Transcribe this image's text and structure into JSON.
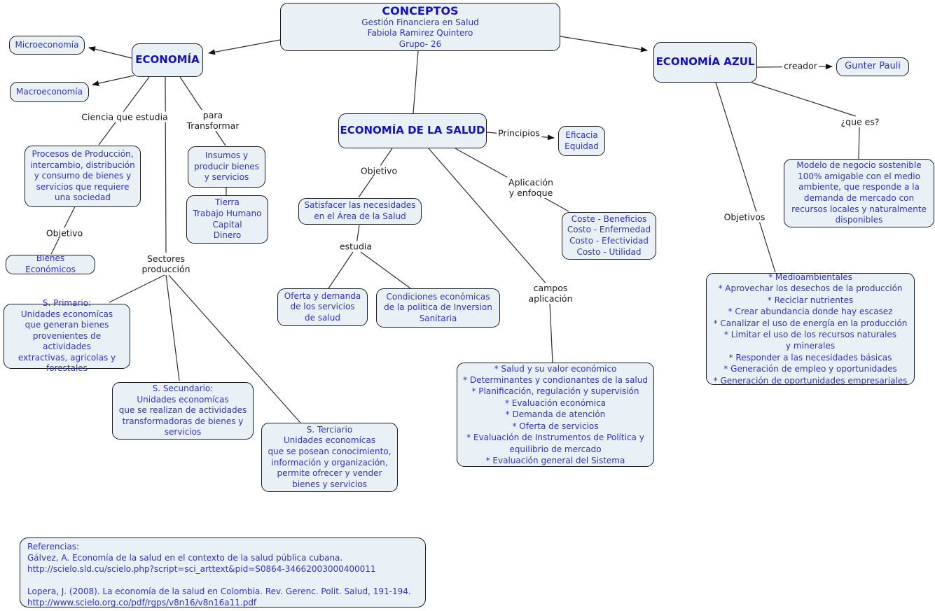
{
  "colors": {
    "node_fill": "#e9f1f6",
    "node_border": "#1b1b1b",
    "node_text_blue": "#3333c4",
    "header_blue": "#1111cc",
    "label_black": "#1a1a1a",
    "line_color": "#2e2e2e",
    "canvas_bg": "#ffffff"
  },
  "nodes": {
    "conceptos": {
      "title": "CONCEPTOS",
      "text": "Gestión Financiera en Salud\nFabiola Ramirez Quintero\nGrupo- 26"
    },
    "microeconomia": {
      "text": "Microeconomía"
    },
    "macroeconomia": {
      "text": "Macroeconomía"
    },
    "economia": {
      "text": "ECONOMÍA"
    },
    "procesos": {
      "text": "Procesos de Producción,\nintercambio, distribución\ny consumo de bienes y\nservicios que requiere\nuna sociedad"
    },
    "bienes_economicos": {
      "text": "Bienes Económicos"
    },
    "insumos": {
      "text": "Insumos y\nproducir bienes\ny servicios"
    },
    "tierra": {
      "text": "Tierra\nTrabajo Humano\nCapital\nDinero"
    },
    "economia_salud": {
      "text": "ECONOMÍA DE LA SALUD"
    },
    "eficacia": {
      "text": "Eficacia\nEquidad"
    },
    "satisfacer": {
      "text": "Satisfacer las necesidades\nen el Área de la Salud"
    },
    "oferta_demanda": {
      "text": "Oferta y demanda\nde los servicios\nde salud"
    },
    "condiciones": {
      "text": "Condiciones económicas\nde la politica de Inversion\nSanitaria"
    },
    "costes": {
      "text": "Coste - Beneficios\nCosto - Enfermedad\nCosto - Efectividad\nCosto - Utilidad"
    },
    "campos_lista": {
      "text": "* Salud y su valor económico\n* Determinantes y condionantes de la salud\n* Planificación, regulación y supervisión\n* Evaluación económica\n* Demanda de atención\n* Oferta de servicios\n* Evaluación de Instrumentos de Política y\nequilibrio de mercado\n* Evaluación general del Sistema"
    },
    "s_primario": {
      "text": "S. Primario:\nUnidades economícas\nque generan bienes\nprovenientes de actividades\nextractivas, agricolas y\nforestales"
    },
    "s_secundario": {
      "text": "S. Secundario:\nUnidades economícas\nque se realizan de actividades\ntransformadoras de bienes y\nservicios"
    },
    "s_terciario": {
      "text": "S. Terciario\nUnidades economícas\nque se posean conocimiento,\ninformación y organización,\npermite ofrecer y vender\nbienes y servicios"
    },
    "economia_azul": {
      "text": "ECONOMÍA AZUL"
    },
    "gunter_pauli": {
      "text": "Gunter Pauli"
    },
    "modelo_negocio": {
      "text": "Modelo de negocio sostenible\n100% amigable con el medio\nambiente, que responde a la\ndemanda de mercado con\nrecursos locales y naturalmente\ndisponibles"
    },
    "objetivos_lista": {
      "text": "* Medioambientales\n* Aprovechar los desechos de la producción\n* Reciclar nutrientes\n* Crear abundancia donde hay escasez\n* Canalizar el uso de energía en la producción\n* Limitar el uso de los recursos naturales\ny minerales\n* Responder a las necesidades básicas\n* Generación de empleo y oportunidades\n* Generación de oportunidades empresariales"
    },
    "referencias": {
      "text": "Referencias:\nGálvez, A. Economía de la salud en el contexto de la salud pública cubana.\nhttp://scielo.sld.cu/scielo.php?script=sci_arttext&pid=S0864-34662003000400011\n\nLopera, J. (2008). La economía de la salud en Colombia. Rev. Gerenc. Polit. Salud, 191-194.\nhttp://www.scielo.org.co/pdf/rgps/v8n16/v8n16a11.pdf"
    }
  },
  "labels": {
    "ciencia_que_estudia": "Ciencia que estudia",
    "para_transformar": "para\nTransformar",
    "objetivo_izq": "Objetivo",
    "sectores_produccion": "Sectores\nproducción",
    "objetivo_centro": "Objetivo",
    "principios": "Principios",
    "aplicacion_enfoque": "Aplicación\ny enfoque",
    "estudia": "estudia",
    "campos_aplicacion": "campos\naplicación",
    "creador": "creador",
    "que_es": "¿que es?",
    "objetivos": "Objetivos"
  }
}
